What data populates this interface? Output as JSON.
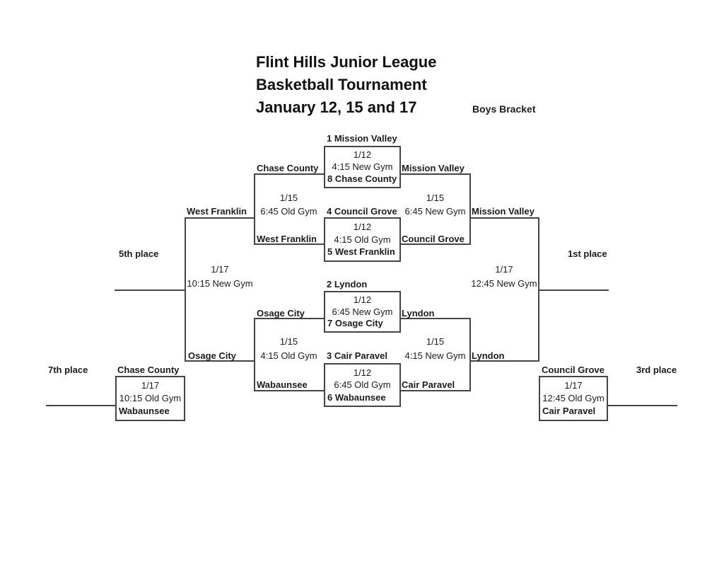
{
  "title": {
    "line1": "Flint Hills Junior League",
    "line2": "Basketball Tournament",
    "line3": "January 12, 15 and 17",
    "bracket_label": "Boys Bracket"
  },
  "bracket": {
    "round1_games": [
      {
        "seed_top": "1 Mission Valley",
        "date": "1/12",
        "venue": "4:15 New Gym",
        "seed_bottom": "8 Chase County",
        "winner": "Mission Valley",
        "loser": "Chase County"
      },
      {
        "seed_top": "4 Council Grove",
        "date": "1/12",
        "venue": "4:15 Old Gym",
        "seed_bottom": "5 West Franklin",
        "winner": "Council Grove",
        "loser": "West Franklin"
      },
      {
        "seed_top": "2 Lyndon",
        "date": "1/12",
        "venue": "6:45 New Gym",
        "seed_bottom": "7 Osage City",
        "winner": "Lyndon",
        "loser": "Osage City"
      },
      {
        "seed_top": "3 Cair Paravel",
        "date": "1/12",
        "venue": "6:45 Old Gym",
        "seed_bottom": "6 Wabaunsee",
        "winner": "Cair Paravel",
        "loser": "Wabaunsee"
      }
    ],
    "round2": {
      "winners_top": {
        "date": "1/15",
        "venue": "6:45 New Gym",
        "winner": "Mission Valley"
      },
      "winners_bottom": {
        "date": "1/15",
        "venue": "4:15 New Gym",
        "winner": "Lyndon"
      },
      "consolation_top": {
        "date": "1/15",
        "venue": "6:45 Old Gym",
        "winner": "West Franklin"
      },
      "consolation_bottom": {
        "date": "1/15",
        "venue": "4:15 Old Gym",
        "winner": "Osage City"
      }
    },
    "finals": {
      "first_place": {
        "label": "1st place",
        "date": "1/17",
        "venue": "12:45 New Gym"
      },
      "fifth_place": {
        "label": "5th place",
        "date": "1/17",
        "venue": "10:15 New Gym"
      },
      "third_place": {
        "label": "3rd place",
        "date": "1/17",
        "venue": "12:45 Old Gym",
        "team_top": "Council Grove",
        "team_bottom": "Cair Paravel"
      },
      "seventh_place": {
        "label": "7th place",
        "date": "1/17",
        "venue": "10:15 Old Gym",
        "team_top": "Chase County",
        "team_bottom": "Wabaunsee"
      }
    }
  },
  "colors": {
    "line": "#454545",
    "text": "#1c1c1c",
    "background": "#ffffff"
  }
}
